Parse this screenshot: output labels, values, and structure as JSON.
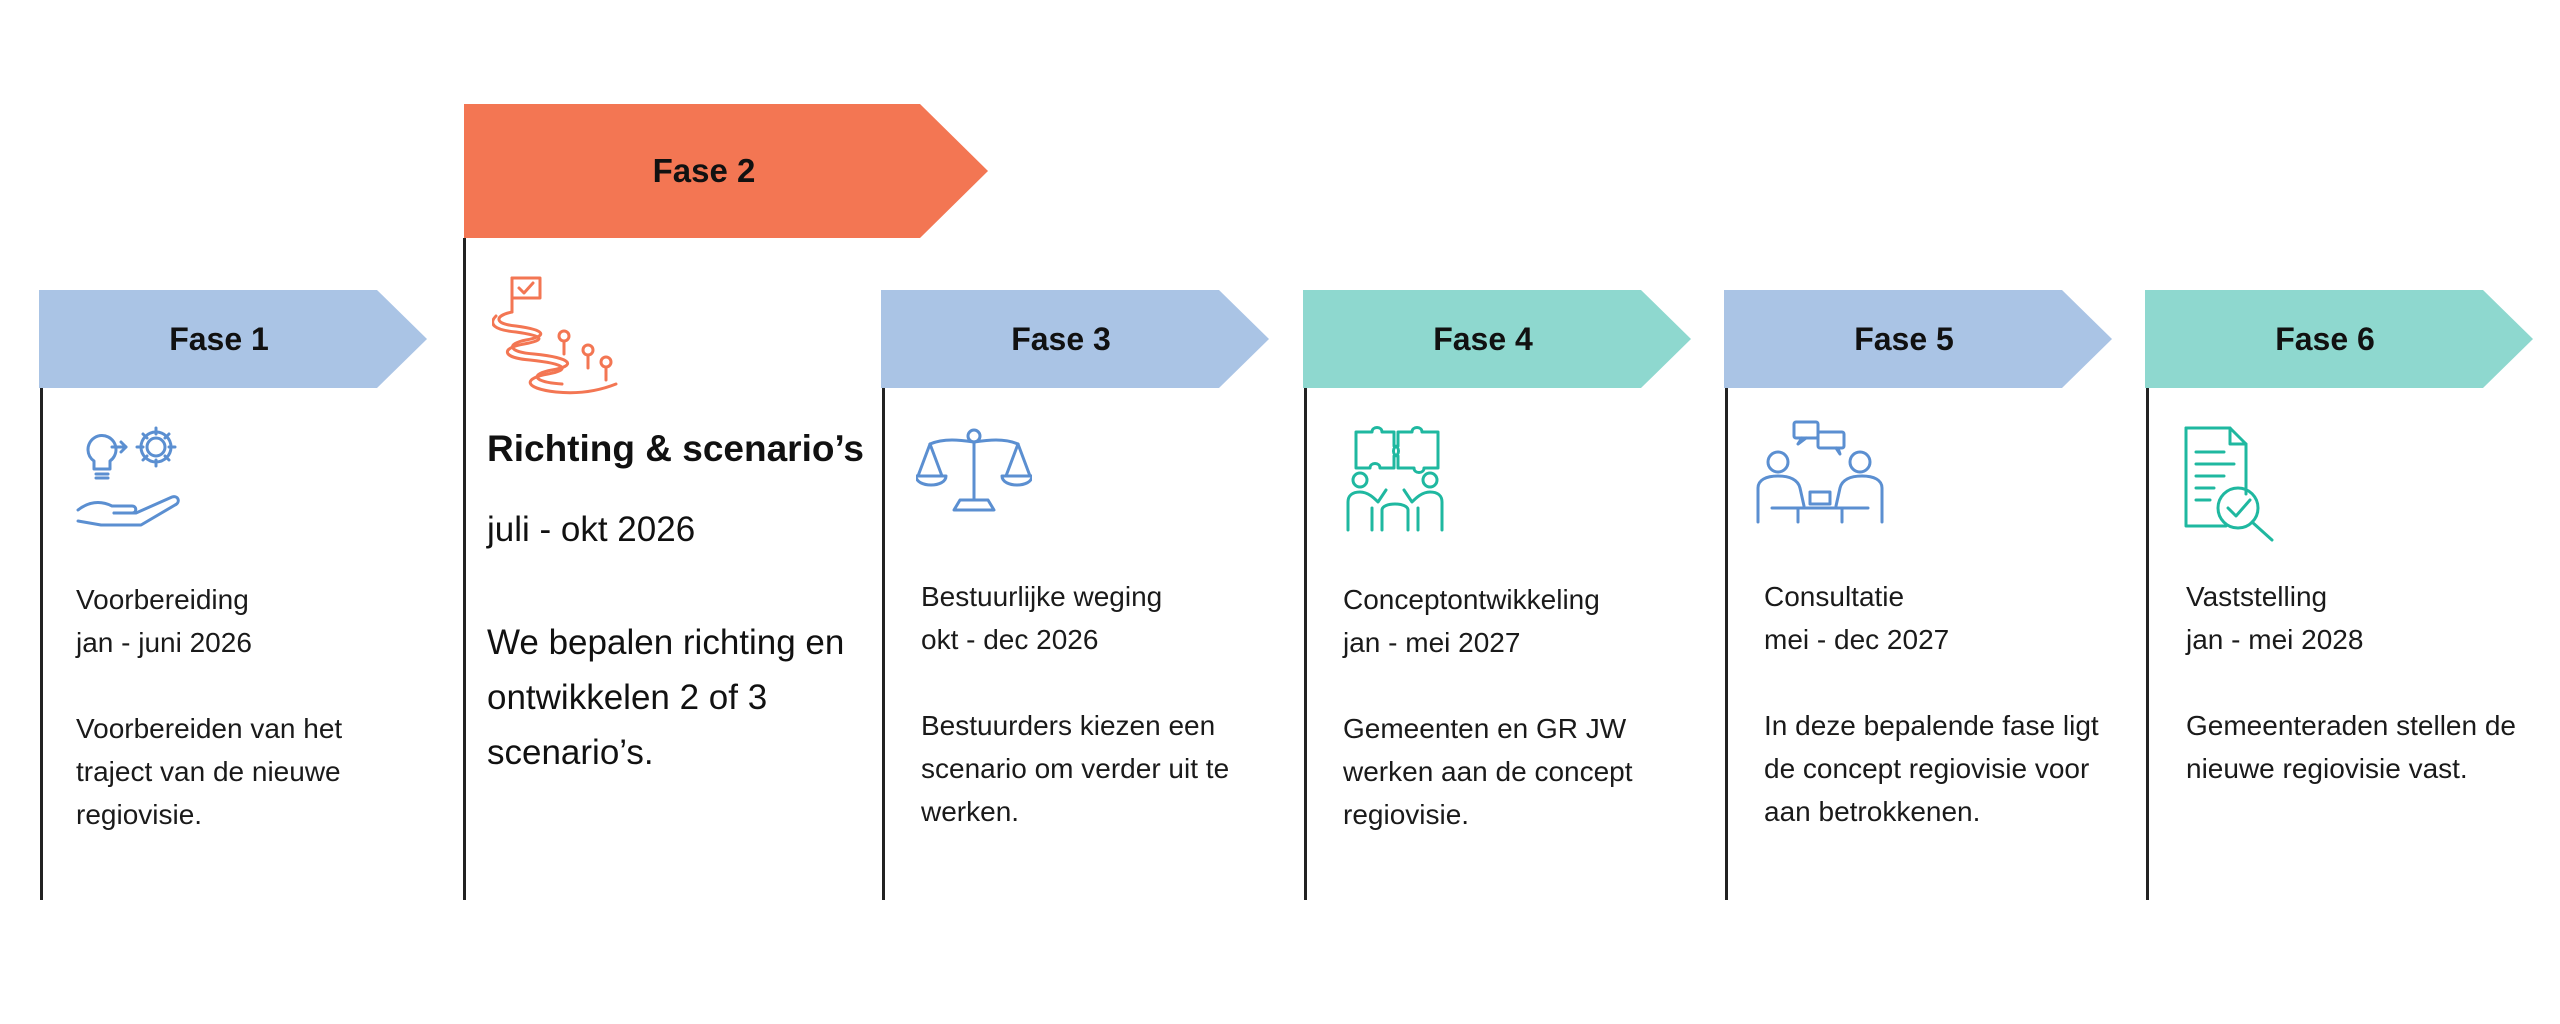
{
  "colors": {
    "blue": "#aac4e5",
    "teal": "#8ed8cf",
    "orange": "#f37653",
    "blue_icon": "#5b8fd1",
    "teal_icon": "#1fb8a0",
    "orange_icon": "#f37653"
  },
  "phases": [
    {
      "label": "Fase 1",
      "name": "Voorbereiding",
      "period": "jan - juni 2026",
      "description": "Voorbereiden van het traject van de nieuwe regiovisie.",
      "icon": "lightbulb-gear-hand-icon"
    },
    {
      "label": "Fase 2",
      "name": "Richting & scenario’s",
      "period": "juli - okt 2026",
      "description": "We bepalen richting en ontwikkelen 2 of 3 scenario’s.",
      "icon": "path-flag-icon"
    },
    {
      "label": "Fase 3",
      "name": "Bestuurlijke weging",
      "period": "okt - dec 2026",
      "description": "Bestuurders kiezen een scenario om verder uit te werken.",
      "icon": "scales-icon"
    },
    {
      "label": "Fase 4",
      "name": "Conceptontwikkeling",
      "period": "jan - mei 2027",
      "description": "Gemeenten en GR JW werken aan de concept regiovisie.",
      "icon": "puzzle-people-icon"
    },
    {
      "label": "Fase 5",
      "name": "Consultatie",
      "period": "mei - dec 2027",
      "description": "In deze bepalende fase ligt de concept regiovisie voor aan betrokkenen.",
      "icon": "meeting-icon"
    },
    {
      "label": "Fase 6",
      "name": "Vaststelling",
      "period": "jan - mei 2028",
      "description": "Gemeenteraden stellen de nieuwe regiovisie vast.",
      "icon": "document-check-icon"
    }
  ]
}
